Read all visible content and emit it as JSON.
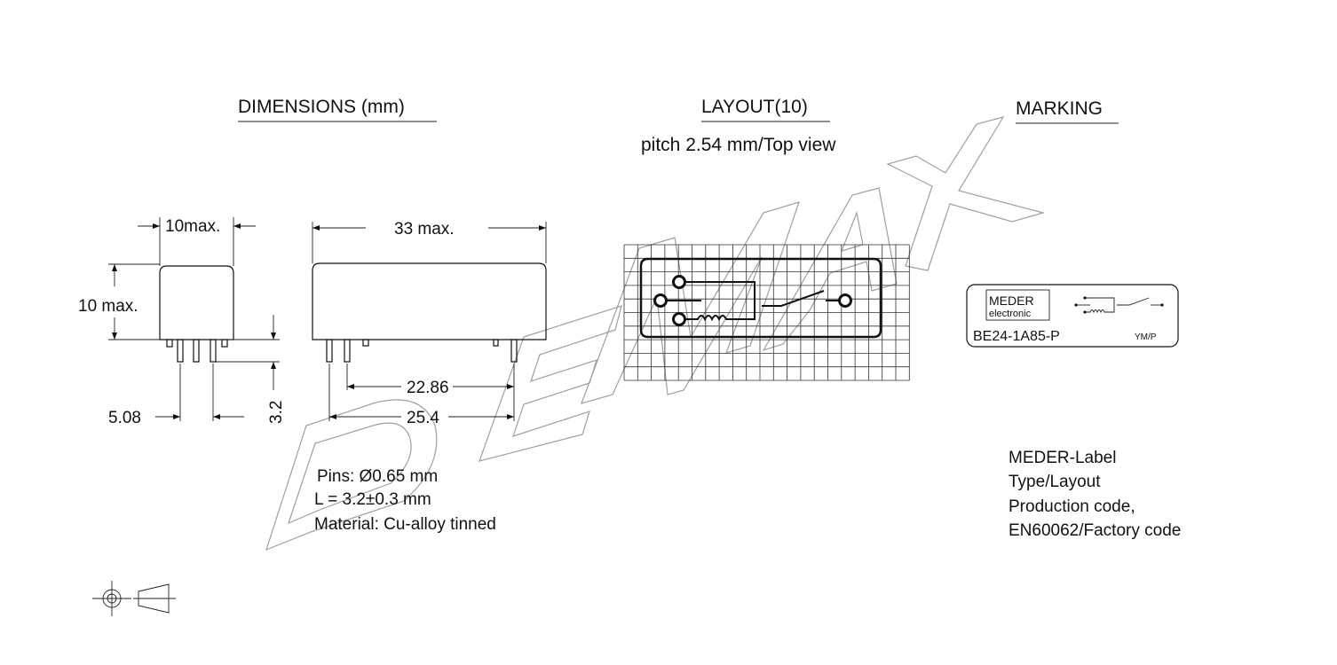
{
  "headings": {
    "dimensions": "DIMENSIONS (mm)",
    "layout": "LAYOUT(10)",
    "layout_sub": "pitch 2.54 mm/Top view",
    "marking": "MARKING"
  },
  "dims": {
    "width_max": "10max.",
    "height_max": "10 max.",
    "length_max": "33 max.",
    "pin_pitch": "5.08",
    "pin_length": "3.2",
    "span_inner": "22.86",
    "span_outer": "25.4"
  },
  "pins_note": {
    "line1": "Pins: Ø0.65 mm",
    "line2": "L = 3.2±0.3 mm",
    "line3": "Material: Cu-alloy tinned"
  },
  "label": {
    "brand_top": "MEDER",
    "brand_bottom": "electronic",
    "type": "BE24-1A85-P",
    "code": "YM/P"
  },
  "legend": {
    "line1": "MEDER-Label",
    "line2": "Type/Layout",
    "line3": "Production code,",
    "line4": "EN60062/Factory code"
  }
}
